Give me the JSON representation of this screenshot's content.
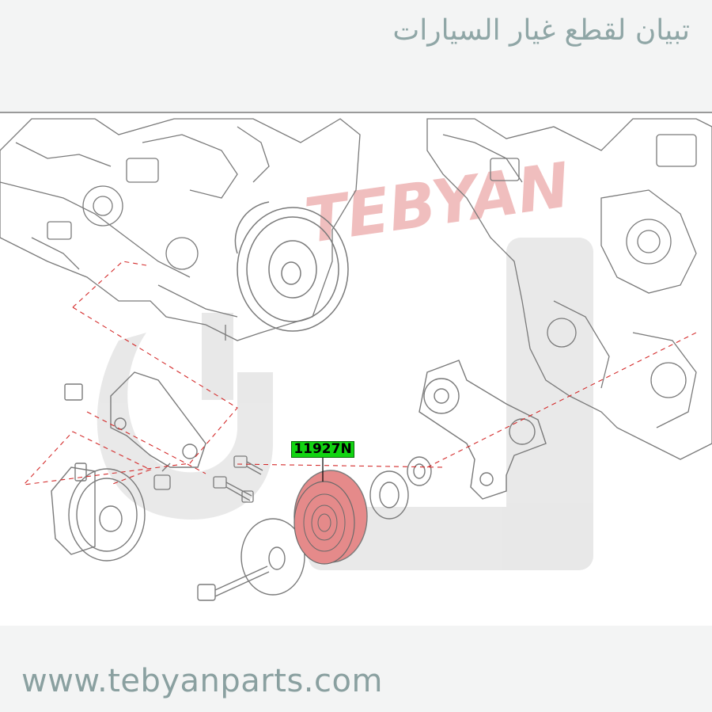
{
  "header": {
    "title_ar": "تبيان لقطع غيار السيارات"
  },
  "watermark": {
    "text": "TEBYAN"
  },
  "callout": {
    "part_number": "11927N"
  },
  "footer": {
    "website": "www.tebyanparts.com"
  },
  "highlight": {
    "color": "#e58a8a"
  },
  "line_color": "#7a7a7a",
  "leader_color": "#d42c2c"
}
